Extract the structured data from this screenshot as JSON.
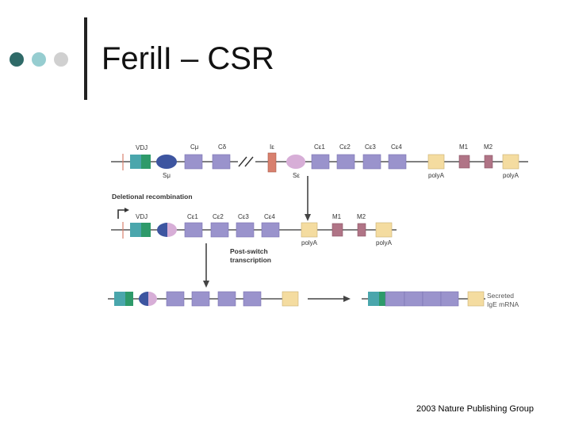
{
  "slide": {
    "title": "FerilI – CSR",
    "credit": "2003 Nature Publishing Group",
    "dot_colors": [
      "#2f6a68",
      "#96cdd0",
      "#d0d0d0"
    ]
  },
  "diagram": {
    "colors": {
      "segment": "#9a93cc",
      "polya": "#f4dca0",
      "membrane": "#b07486",
      "ie": "#d8806e",
      "s_mu": "#3d55a0",
      "s_eps": "#d7aed7",
      "vdj_teal": "#4aa6ac",
      "vdj_green": "#2e9a6a",
      "line": "#555555",
      "arrow": "#444444"
    },
    "row1": {
      "vdj": "VDJ",
      "s_mu": "Sμ",
      "c_mu": "Cμ",
      "c_delta": "Cδ",
      "i_eps": "Iε",
      "s_eps": "Sε",
      "ce1": "Cε1",
      "ce2": "Cε2",
      "ce3": "Cε3",
      "ce4": "Cε4",
      "polya_1": "polyA",
      "m1": "M1",
      "m2": "M2",
      "polya_2": "polyA"
    },
    "deletional_label": "Deletional recombination",
    "row2": {
      "vdj": "VDJ",
      "ce1": "Cε1",
      "ce2": "Cε2",
      "ce3": "Cε3",
      "ce4": "Cε4",
      "m1": "M1",
      "m2": "M2",
      "polya_1": "polyA",
      "polya_2": "polyA"
    },
    "post_switch_line1": "Post-switch",
    "post_switch_line2": "transcription",
    "mrna_line1": "Secreted",
    "mrna_line2": "IgE mRNA"
  }
}
